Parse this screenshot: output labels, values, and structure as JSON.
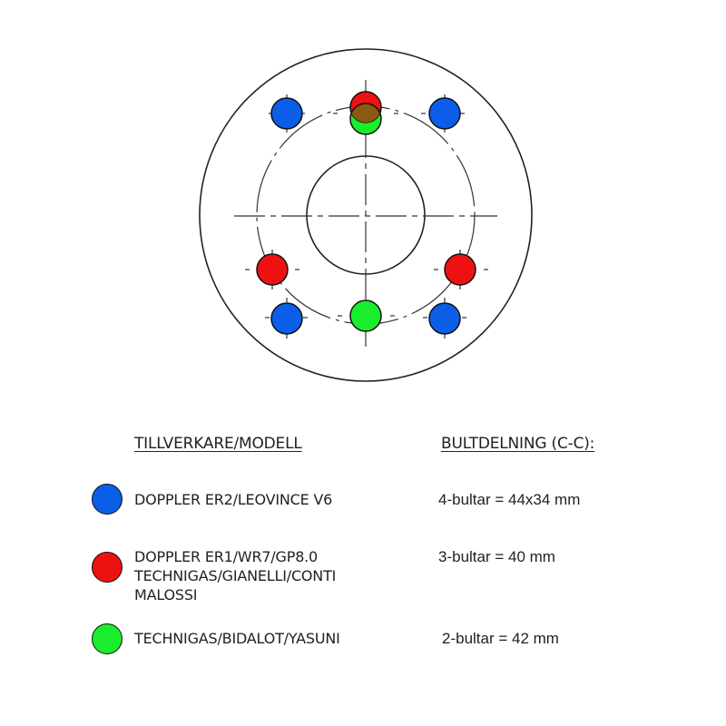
{
  "colors": {
    "blue": "#0a5ee8",
    "red": "#ee1111",
    "green": "#19ee2c",
    "overlap": "#8a5a13"
  },
  "headers": {
    "manufacturer": "TILLVERKARE/MODELL",
    "bolt_pattern": "BULTDELNING (C-C):"
  },
  "legend": [
    {
      "color": "blue",
      "lines": [
        "DOPPLER ER2/LEOVINCE V6"
      ],
      "value": "4-bultar = 44x34 mm"
    },
    {
      "color": "red",
      "lines": [
        "DOPPLER ER1/WR7/GP8.0",
        "TECHNIGAS/GIANELLI/CONTI",
        "MALOSSI"
      ],
      "value": "3-bultar = 40 mm"
    },
    {
      "color": "green",
      "lines": [
        "TECHNIGAS/BIDALOT/YASUNI"
      ],
      "value": "2-bultar = 42 mm"
    }
  ],
  "diagram": {
    "holes": [
      {
        "color": "blue",
        "group": "4-bolt"
      },
      {
        "color": "blue",
        "group": "4-bolt"
      },
      {
        "color": "blue",
        "group": "4-bolt"
      },
      {
        "color": "blue",
        "group": "4-bolt"
      },
      {
        "color": "red",
        "group": "3-bolt"
      },
      {
        "color": "red",
        "group": "3-bolt"
      },
      {
        "color": "red",
        "group": "3-bolt"
      },
      {
        "color": "green",
        "group": "2-bolt"
      },
      {
        "color": "green",
        "group": "2-bolt"
      }
    ]
  }
}
